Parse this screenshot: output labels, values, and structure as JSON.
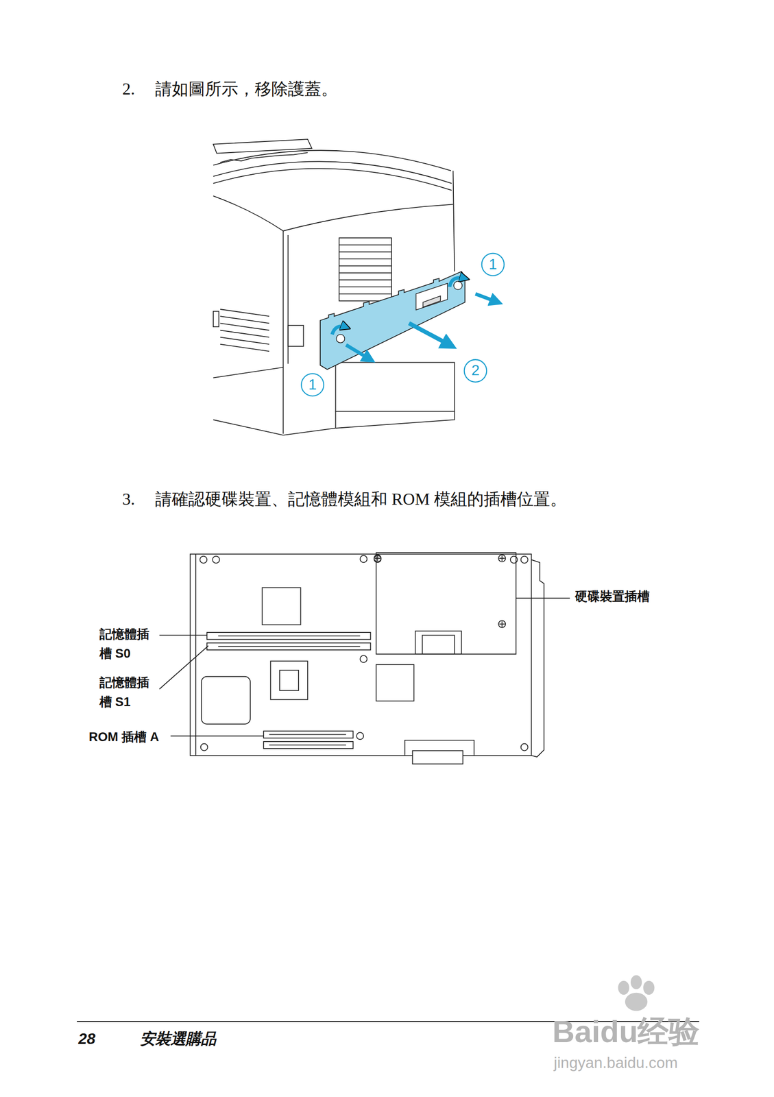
{
  "diagram": {
    "labels": [
      "2.",
      "請如圖所示，移除護蓋。",
      "1",
      "1",
      "2",
      "3.",
      "請確認硬碟裝置、記憶體模組和 ROM 模組的插槽位置。",
      "記憶體插 槽 S0",
      "記憶體插 槽 S1",
      "ROM 插槽 A",
      "硬碟裝置插槽",
      "28",
      "安裝選購品",
      "Baidu经验",
      "jingyan.baidu.com"
    ]
  }
}
